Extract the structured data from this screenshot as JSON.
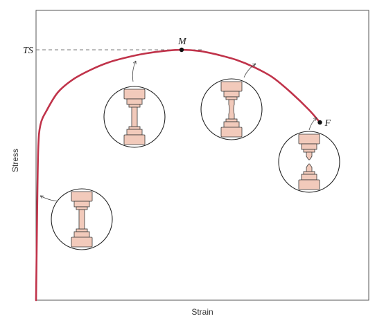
{
  "chart_data": {
    "type": "line",
    "xlabel": "Strain",
    "ylabel": "Stress",
    "grid": false,
    "legend": false,
    "curve_color": "#c0334a",
    "specimen_fill": "#f2cabb",
    "specimen_stroke": "#333333",
    "series": [
      {
        "points": [
          [
            0,
            0
          ],
          [
            0.3,
            0.35
          ],
          [
            0.6,
            0.6
          ],
          [
            1.2,
            0.7
          ],
          [
            3,
            0.76
          ],
          [
            6,
            0.83
          ],
          [
            10,
            0.88
          ],
          [
            15,
            0.92
          ],
          [
            20,
            0.95
          ],
          [
            25,
            0.97
          ],
          [
            30,
            0.985
          ],
          [
            35,
            0.995
          ],
          [
            40,
            1.0
          ],
          [
            45,
            0.995
          ],
          [
            50,
            0.98
          ],
          [
            55,
            0.96
          ],
          [
            60,
            0.93
          ],
          [
            65,
            0.89
          ],
          [
            70,
            0.83
          ],
          [
            75,
            0.76
          ],
          [
            78,
            0.71
          ]
        ]
      }
    ],
    "annotations": [
      {
        "label": "TS",
        "kind": "y-level",
        "y": 1.0
      },
      {
        "label": "M",
        "kind": "point",
        "x": 40,
        "y": 1.0
      },
      {
        "label": "F",
        "kind": "point",
        "x": 78,
        "y": 0.71
      }
    ],
    "specimen_insets": [
      {
        "stage": "uniform-elastic",
        "neck": 0.0,
        "fracture": false,
        "curve_x": 0.8
      },
      {
        "stage": "uniform-plastic",
        "neck": 0.0,
        "fracture": false,
        "curve_x": 27
      },
      {
        "stage": "necking",
        "neck": 0.5,
        "fracture": false,
        "curve_x": 55
      },
      {
        "stage": "fracture",
        "neck": 0.85,
        "fracture": true,
        "curve_x": 77
      }
    ]
  }
}
